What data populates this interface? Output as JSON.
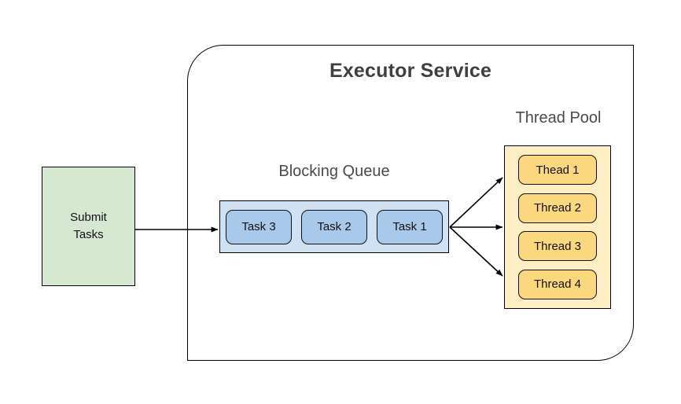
{
  "diagram": {
    "title": "Executor Service",
    "submit": {
      "label": "Submit\nTasks",
      "fill": "#d7e8d2",
      "stroke": "#000000"
    },
    "blocking_queue": {
      "title": "Blocking Queue",
      "fill": "#cfe2f5",
      "item_fill": "#a9c9ea",
      "items": [
        {
          "label": "Task 3"
        },
        {
          "label": "Task 2"
        },
        {
          "label": "Task 1"
        }
      ]
    },
    "thread_pool": {
      "title": "Thread Pool",
      "fill": "#fdeec4",
      "item_fill": "#fbd87f",
      "items": [
        {
          "label": "Thead 1"
        },
        {
          "label": "Thread 2"
        },
        {
          "label": "Thread 3"
        },
        {
          "label": "Thread 4"
        }
      ]
    },
    "connectors": [
      {
        "name": "submit-to-queue"
      },
      {
        "name": "queue-to-thread-1"
      },
      {
        "name": "queue-to-thread-2"
      },
      {
        "name": "queue-to-thread-4"
      }
    ],
    "colors": {
      "title_text": "#3f3f3f",
      "label_text": "#4a4a4a",
      "body_text": "#111111",
      "line": "#000000",
      "background": "#ffffff"
    }
  }
}
